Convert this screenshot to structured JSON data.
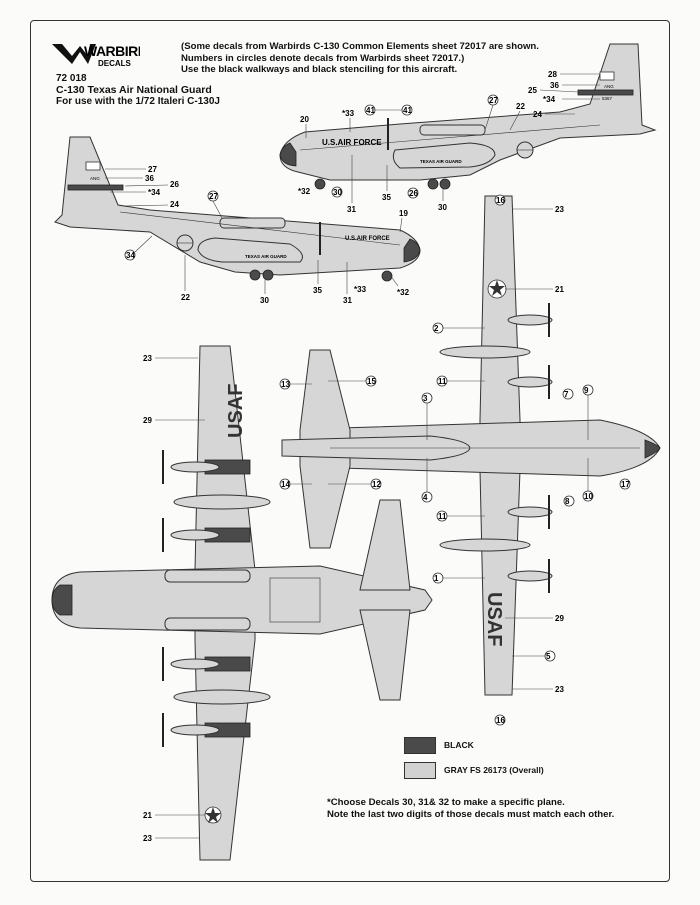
{
  "header": {
    "brand_line1": "WARBIRD",
    "brand_line2": "DECALS",
    "sheet_number": "72 018",
    "title": "C-130 Texas Air National Guard",
    "subtitle": "For use with the 1/72 Italeri C-130J"
  },
  "notes": [
    "(Some decals from Warbirds C-130 Common Elements sheet 72017 are shown.",
    "Numbers in circles denote decals from Warbirds sheet 72017.)",
    "Use the black walkways and black stenciling for this aircraft."
  ],
  "footnote": [
    "*Choose Decals 30, 31& 32 to make a specific plane.",
    "Note the last two digits of those decals must match each other."
  ],
  "legend": [
    {
      "label": "BLACK",
      "color": "#4a4a4a"
    },
    {
      "label": "GRAY FS 26173 (Overall)",
      "color": "#d2d2d2"
    }
  ],
  "markings": {
    "usaf": "USAF",
    "us_air_force": "U.S.AIR FORCE",
    "texas_air_guard": "TEXAS AIR GUARD",
    "ang": "ANG",
    "serial": "5367"
  },
  "colors": {
    "gray": "#d6d6d6",
    "black": "#4a4a4a",
    "line": "#333333"
  },
  "callouts": {
    "side_right": [
      "28",
      "36",
      "*34",
      "25",
      "24",
      "27",
      "22",
      "*33",
      "41",
      "41",
      "20",
      "*32",
      "30",
      "31",
      "35",
      "26",
      "30"
    ],
    "side_left": [
      "27",
      "36",
      "*34",
      "26",
      "24",
      "27",
      "19",
      "34",
      "22",
      "30",
      "35",
      "*33",
      "31",
      "*32"
    ],
    "top_view": [
      "23",
      "29",
      "21",
      "23"
    ],
    "bottom_view": [
      "16",
      "23",
      "21",
      "2",
      "11",
      "7",
      "9",
      "3",
      "13",
      "15",
      "17",
      "10",
      "8",
      "4",
      "14",
      "12",
      "11",
      "1",
      "29",
      "5",
      "23",
      "16"
    ]
  }
}
